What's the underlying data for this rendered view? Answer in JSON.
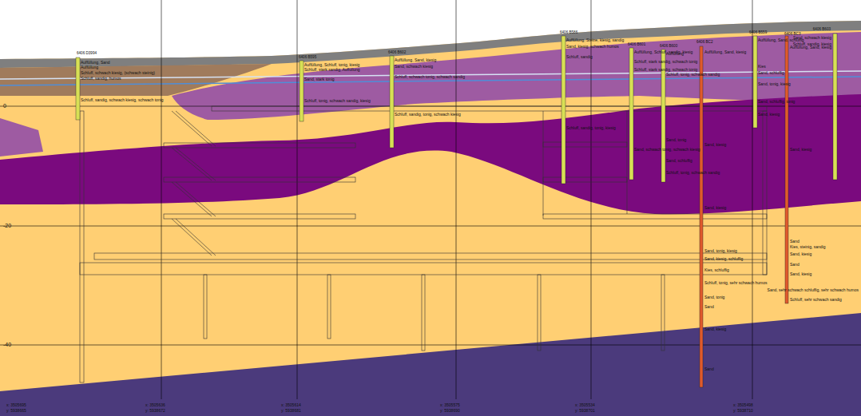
{
  "diagram": {
    "labels": [
      "0",
      "-20",
      "-40",
      "6406 D3994",
      "Auffüllung, Sand",
      "Auffüllung",
      "Schluff, schwach kiesig, (schwach steinig)",
      "Schluff, sandig, humos",
      "Schluff, sandig, schwach kiesig, schwach tonig",
      "6406 B595",
      "Auffüllung, Schluff, tonig, kiesig",
      "Schluff, stark sandig, Auffüllung",
      "Sand, stark tonig",
      "Schluff, tonig, schwach sandig, kiesig",
      "6406 B602",
      "Auffüllung, Sand, kiesig",
      "Sand, schwach kiesig",
      "Schluff, schwach tonig, schwach sandig",
      "Schluff, sandig, tonig, schwach kiesig",
      "6406 B586",
      "Auffüllung, Steine, kiesig, sandig",
      "Sand, kiesig, schwach humos",
      "Schluff, sandig",
      "Schluff, sandig, tonig, kiesig",
      "6406 B601",
      "Auffüllung, Schluff, sandig, kiesig",
      "Schluff, stark sandig, schwach tonig",
      "Schluff, stark sandig, schwach tonig",
      "6406 B600",
      "Auffüllung",
      "Schluff, tonig, schwach sandig",
      "Sand, tonig",
      "Sand, schwach tonig, schwach kiesig",
      "Sand, schluffig",
      "Schluff, tonig, schwach sandig",
      "6406 BC2",
      "Auffüllung, Sand, kiesig",
      "Sand, kiesig",
      "Sand, kiesig",
      "Sand, tonig, kiesig",
      "Sand, kiesig, schluffig",
      "Kies, schluffig",
      "Schluff, tonig, sehr schwach humos",
      "Sand, tonig",
      "Sand",
      "Sand, kiesig",
      "Sand",
      "6406 B559",
      "Auffüllung, Sand, schluffig",
      "Kies",
      "Sand, schluffig",
      "Sand, tonig, kiesig",
      "Sand, schluffig, tonig",
      "Sand, kiesig",
      "6406 BC3",
      "Auffüllung, Sand, kiesig",
      "Sand, kiesig",
      "Sand",
      "Kies, steinig, sandig",
      "Sand, kiesig",
      "Sand",
      "Sand, kiesig",
      "Sand, sehr schwach schluffig, sehr schwach humos",
      "Schluff, sehr schwach sandig",
      "6406 B603",
      "Sand, schwach kiesig",
      "Schluff, sandig, kiesig",
      "x: 3505695",
      "y: 5938665",
      "x: 3505636",
      "y: 5938672",
      "x: 3505614",
      "y: 5938681",
      "x: 3505575",
      "y: 5938690",
      "x: 3505534",
      "y: 5938701",
      "x: 3505498",
      "y: 5938710"
    ]
  }
}
